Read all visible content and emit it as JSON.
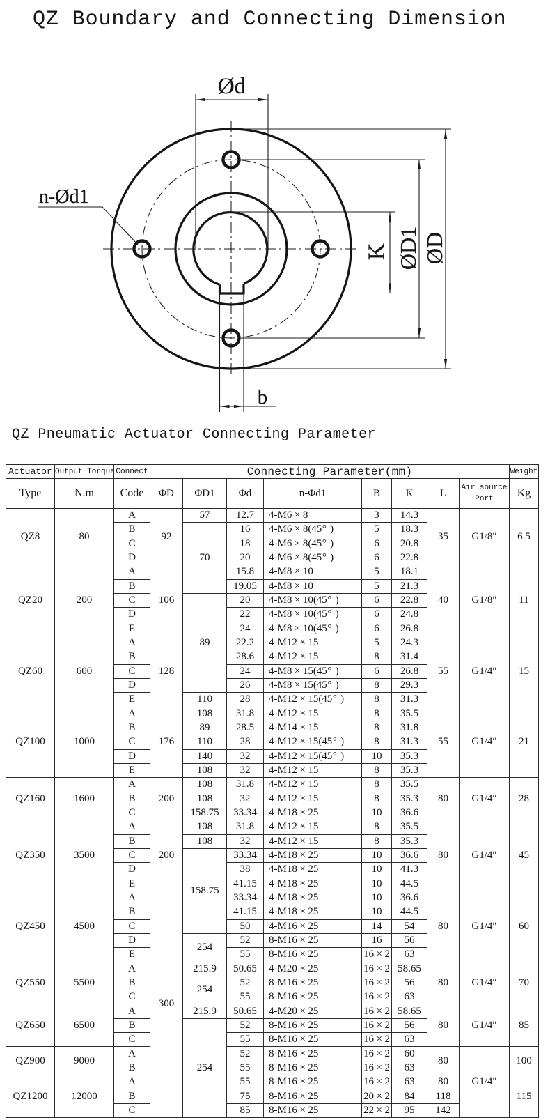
{
  "page": {
    "title": "QZ Boundary and Connecting Dimension",
    "section_heading": "QZ Pneumatic Actuator Connecting Parameter"
  },
  "diagram": {
    "labels": {
      "hub_bore_diameter": "Ød",
      "bolt_holes": "n-Ød1",
      "key_depth": "K",
      "bolt_circle_diameter": "ØD1",
      "outer_diameter": "ØD",
      "keyway_width": "b"
    },
    "line_color": "#1a1a1a"
  },
  "table": {
    "header": {
      "actuator": "Actuator",
      "output_torque": "Output Torque",
      "connect": "Connect",
      "connecting_parameter": "Connecting Parameter(mm)",
      "weight": "Weight",
      "type": "Type",
      "nm": "N.m",
      "code": "Code",
      "phi_d": "ΦD",
      "phi_d1": "ΦD1",
      "phi_d_small": "Φd",
      "n_phi_d1": "n-Φd1",
      "b": "B",
      "k": "K",
      "l": "L",
      "air_source_line1": "Air source",
      "air_source_line2": "Port",
      "kg": "Kg"
    },
    "columns": [
      "type",
      "torque",
      "code",
      "phiD",
      "phiD1",
      "phid",
      "n",
      "b",
      "k",
      "l",
      "air",
      "kg"
    ],
    "rows": [
      [
        [
          "QZ8",
          4
        ],
        [
          "80",
          4
        ],
        "A",
        [
          "92",
          4
        ],
        "57",
        "12.7",
        "4-M6×8",
        "3",
        "14.3",
        [
          "35",
          4
        ],
        [
          "G1/8″",
          4
        ],
        [
          "6.5",
          4
        ]
      ],
      [
        "B",
        [
          "70",
          5
        ],
        "16",
        "4-M6×8(45° )",
        "5",
        "18.3"
      ],
      [
        "C",
        "18",
        "4-M6×8(45° )",
        "6",
        "20.8"
      ],
      [
        "D",
        "20",
        "4-M6×8(45° )",
        "6",
        "22.8"
      ],
      [
        [
          "QZ20",
          5
        ],
        [
          "200",
          5
        ],
        "A",
        [
          "106",
          5
        ],
        "15.8",
        "4-M8×10",
        "5",
        "18.1",
        [
          "40",
          5
        ],
        [
          "G1/8″",
          5
        ],
        [
          "11",
          5
        ]
      ],
      [
        "B",
        "19.05",
        "4-M8×10",
        "5",
        "21.3"
      ],
      [
        "C",
        [
          "89",
          7
        ],
        "20",
        "4-M8×10(45° )",
        "6",
        "22.8"
      ],
      [
        "D",
        "22",
        "4-M8×10(45° )",
        "6",
        "24.8"
      ],
      [
        "E",
        "24",
        "4-M8×10(45° )",
        "6",
        "26.8"
      ],
      [
        [
          "QZ60",
          5
        ],
        [
          "600",
          5
        ],
        "A",
        [
          "128",
          5
        ],
        "22.2",
        "4-M12×15",
        "5",
        "24.3",
        [
          "55",
          5
        ],
        [
          "G1/4″",
          5
        ],
        [
          "15",
          5
        ]
      ],
      [
        "B",
        "28.6",
        "4-M12×15",
        "8",
        "31.4"
      ],
      [
        "C",
        "24",
        "4-M8×15(45° )",
        "6",
        "26.8"
      ],
      [
        "D",
        "26",
        "4-M8×15(45° )",
        "8",
        "29.3"
      ],
      [
        "E",
        "110",
        "28",
        "4-M12×15(45° )",
        "8",
        "31.3"
      ],
      [
        [
          "QZ100",
          5
        ],
        [
          "1000",
          5
        ],
        "A",
        [
          "176",
          5
        ],
        "108",
        "31.8",
        "4-M12×15",
        "8",
        "35.5",
        [
          "55",
          5
        ],
        [
          "G1/4″",
          5
        ],
        [
          "21",
          5
        ]
      ],
      [
        "B",
        "89",
        "28.5",
        "4-M14×15",
        "8",
        "31.8"
      ],
      [
        "C",
        "110",
        "28",
        "4-M12×15(45° )",
        "8",
        "31.3"
      ],
      [
        "D",
        "140",
        "32",
        "4-M12×15(45° )",
        "10",
        "35.3"
      ],
      [
        "E",
        "108",
        "32",
        "4-M12×15",
        "8",
        "35.3"
      ],
      [
        [
          "QZ160",
          3
        ],
        [
          "1600",
          3
        ],
        "A",
        [
          "200",
          3
        ],
        "108",
        "31.8",
        "4-M12×15",
        "8",
        "35.5",
        [
          "80",
          3
        ],
        [
          "G1/4″",
          3
        ],
        [
          "28",
          3
        ]
      ],
      [
        "B",
        "108",
        "32",
        "4-M12×15",
        "8",
        "35.3"
      ],
      [
        "C",
        "158.75",
        "33.34",
        "4-M18×25",
        "10",
        "36.6"
      ],
      [
        [
          "QZ350",
          5
        ],
        [
          "3500",
          5
        ],
        "A",
        [
          "200",
          5
        ],
        "108",
        "31.8",
        "4-M12×15",
        "8",
        "35.5",
        [
          "80",
          5
        ],
        [
          "G1/4″",
          5
        ],
        [
          "45",
          5
        ]
      ],
      [
        "B",
        "108",
        "32",
        "4-M12×15",
        "8",
        "35.3"
      ],
      [
        "C",
        [
          "158.75",
          6
        ],
        "33.34",
        "4-M18×25",
        "10",
        "36.6"
      ],
      [
        "D",
        "38",
        "4-M18×25",
        "10",
        "41.3"
      ],
      [
        "E",
        "41.15",
        "4-M18×25",
        "10",
        "44.5"
      ],
      [
        [
          "QZ450",
          5
        ],
        [
          "4500",
          5
        ],
        "A",
        [
          "300",
          16
        ],
        "33.34",
        "4-M18×25",
        "10",
        "36.6",
        [
          "80",
          5
        ],
        [
          "G1/4″",
          5
        ],
        [
          "60",
          5
        ]
      ],
      [
        "B",
        "41.15",
        "4-M18×25",
        "10",
        "44.5"
      ],
      [
        "C",
        "50",
        "4-M16×25",
        "14",
        "54"
      ],
      [
        "D",
        [
          "254",
          2
        ],
        "52",
        "8-M16×25",
        "16",
        "56"
      ],
      [
        "E",
        "55",
        "8-M16×25",
        "16×2",
        "63"
      ],
      [
        [
          "QZ550",
          3
        ],
        [
          "5500",
          3
        ],
        "A",
        "215.9",
        "50.65",
        "4-M20×25",
        "16×2",
        "58.65",
        [
          "80",
          3
        ],
        [
          "G1/4″",
          3
        ],
        [
          "70",
          3
        ]
      ],
      [
        "B",
        [
          "254",
          2
        ],
        "52",
        "8-M16×25",
        "16×2",
        "56"
      ],
      [
        "C",
        "55",
        "8-M16×25",
        "16×2",
        "63"
      ],
      [
        [
          "QZ650",
          3
        ],
        [
          "6500",
          3
        ],
        "A",
        "215.9",
        "50.65",
        "4-M20×25",
        "16×2",
        "58.65",
        [
          "80",
          3
        ],
        [
          "G1/4″",
          3
        ],
        [
          "85",
          3
        ]
      ],
      [
        "B",
        [
          "254",
          7
        ],
        "52",
        "8-M16×25",
        "16×2",
        "56"
      ],
      [
        "C",
        "55",
        "8-M16×25",
        "16×2",
        "63"
      ],
      [
        [
          "QZ900",
          2
        ],
        [
          "9000",
          2
        ],
        "A",
        "52",
        "8-M16×25",
        "16×2",
        "60",
        [
          "80",
          2
        ],
        [
          "G1/4″",
          5
        ],
        [
          "100",
          2
        ]
      ],
      [
        "B",
        "55",
        "8-M16×25",
        "16×2",
        "63"
      ],
      [
        [
          "QZ1200",
          3
        ],
        [
          "12000",
          3
        ],
        "A",
        "55",
        "8-M16×25",
        "16×2",
        "63",
        "80",
        [
          "115",
          3
        ]
      ],
      [
        "B",
        "75",
        "8-M16×25",
        "20×2",
        "84",
        "118"
      ],
      [
        "C",
        "85",
        "8-M16×25",
        "22×2",
        "95",
        "142"
      ]
    ]
  }
}
